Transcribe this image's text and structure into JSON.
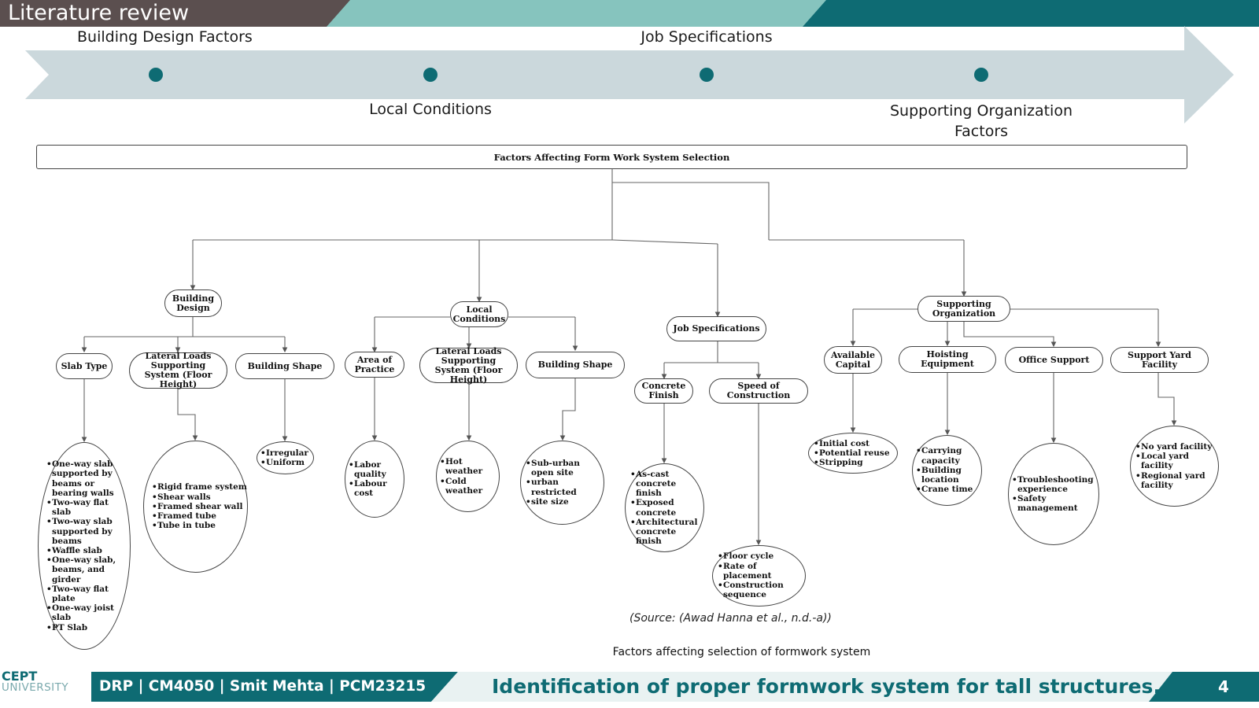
{
  "slide": {
    "title": "Literature review",
    "colors": {
      "dark_band": "#5b4f4f",
      "teal_light": "#86c4be",
      "teal_dark": "#0e6b73",
      "arrow": "#cbd8dc"
    }
  },
  "timeline": {
    "labels_top": [
      "Building Design Factors",
      "Job Specifications"
    ],
    "labels_bottom": [
      "Local Conditions",
      "Supporting Organization Factors"
    ]
  },
  "diagram": {
    "root": "Factors Affecting Form Work System Selection",
    "categories": {
      "building_design": "Building Design",
      "local_conditions": "Local Conditions",
      "job_specifications": "Job Specifications",
      "supporting_organization": "Supporting Organization"
    },
    "factors": {
      "slab_type": "Slab Type",
      "lateral_loads_bd": "Lateral Loads Supporting System (Floor Height)",
      "building_shape_bd": "Building Shape",
      "area_of_practice": "Area of Practice",
      "lateral_loads_lc": "Lateral Loads Supporting System (Floor Height)",
      "building_shape_lc": "Building Shape",
      "concrete_finish": "Concrete Finish",
      "speed_of_construction": "Speed of Construction",
      "available_capital": "Available Capital",
      "hoisting_equipment": "Hoisting Equipment",
      "office_support": "Office Support",
      "support_yard_facility": "Support Yard Facility"
    },
    "leaves": {
      "slab_type": [
        "One-way slab supported by beams or bearing walls",
        "Two-way flat slab",
        "Two-way slab supported by beams",
        "Waffle slab",
        "One-way slab, beams, and girder",
        "Two-way flat plate",
        "One-way joist slab",
        "PT Slab"
      ],
      "lateral_loads_bd": [
        "Rigid frame system",
        "Shear walls",
        "Framed shear wall",
        "Framed tube",
        "Tube in tube"
      ],
      "building_shape_bd": [
        "Irregular",
        "Uniform"
      ],
      "area_of_practice": [
        "Labor quality",
        "Labour cost"
      ],
      "lateral_loads_lc": [
        "Hot weather",
        "Cold weather"
      ],
      "building_shape_lc": [
        "Sub-urban open site",
        "urban restricted",
        "site size"
      ],
      "concrete_finish": [
        "As-cast concrete finish",
        "Exposed concrete",
        "Architectural concrete finish"
      ],
      "speed_of_construction": [
        "Floor cycle",
        "Rate of placement",
        "Construction sequence"
      ],
      "available_capital": [
        "Initial cost",
        "Potential reuse",
        "Stripping"
      ],
      "hoisting_equipment": [
        "Carrying capacity",
        "Building location",
        "Crane time"
      ],
      "office_support": [
        "Troubleshooting experience",
        "Safety management"
      ],
      "support_yard_facility": [
        "No yard facility",
        "Local yard facility",
        "Regional yard facility"
      ]
    }
  },
  "captions": {
    "source": "(Source: (Awad Hanna et al., n.d.-a))",
    "figure": "Factors affecting selection of formwork system"
  },
  "footer": {
    "logo_line1": "CEPT",
    "logo_line2": "UNIVERSITY",
    "course": "DRP | CM4050 | Smit Mehta | PCM23215",
    "project_title": "Identification of proper formwork system for tall structures.",
    "page_number": "4"
  }
}
